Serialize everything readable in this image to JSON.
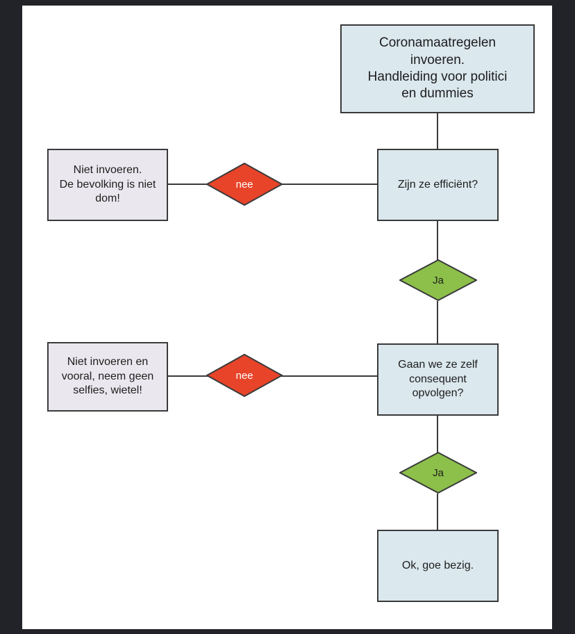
{
  "diagram": {
    "type": "flowchart",
    "language": "nl",
    "colors": {
      "frame": "#222328",
      "canvas": "#ffffff",
      "process_fill": "#dbe8ee",
      "terminal_fill": "#eae8ee",
      "no_fill": "#e8442a",
      "yes_fill": "#8cc04a",
      "stroke": "#3a3a3a",
      "text": "#1d1d1d",
      "no_text": "#ffffff"
    },
    "title_node": {
      "label": "Coronamaatregelen\ninvoeren.\nHandleiding voor politici\nen dummies"
    },
    "decisions": [
      {
        "id": "decision-efficient",
        "label": "Zijn ze efficiënt?",
        "no_label": "nee",
        "yes_label": "Ja",
        "no_outcome": "Niet invoeren.\nDe bevolking is niet\ndom!"
      },
      {
        "id": "decision-opvolgen",
        "label": "Gaan we ze zelf\nconsequent\nopvolgen?",
        "no_label": "nee",
        "yes_label": "Ja",
        "no_outcome": "Niet invoeren en\nvooral, neem geen\nselfies, wietel!"
      }
    ],
    "end_node": {
      "label": "Ok, goe bezig."
    }
  }
}
